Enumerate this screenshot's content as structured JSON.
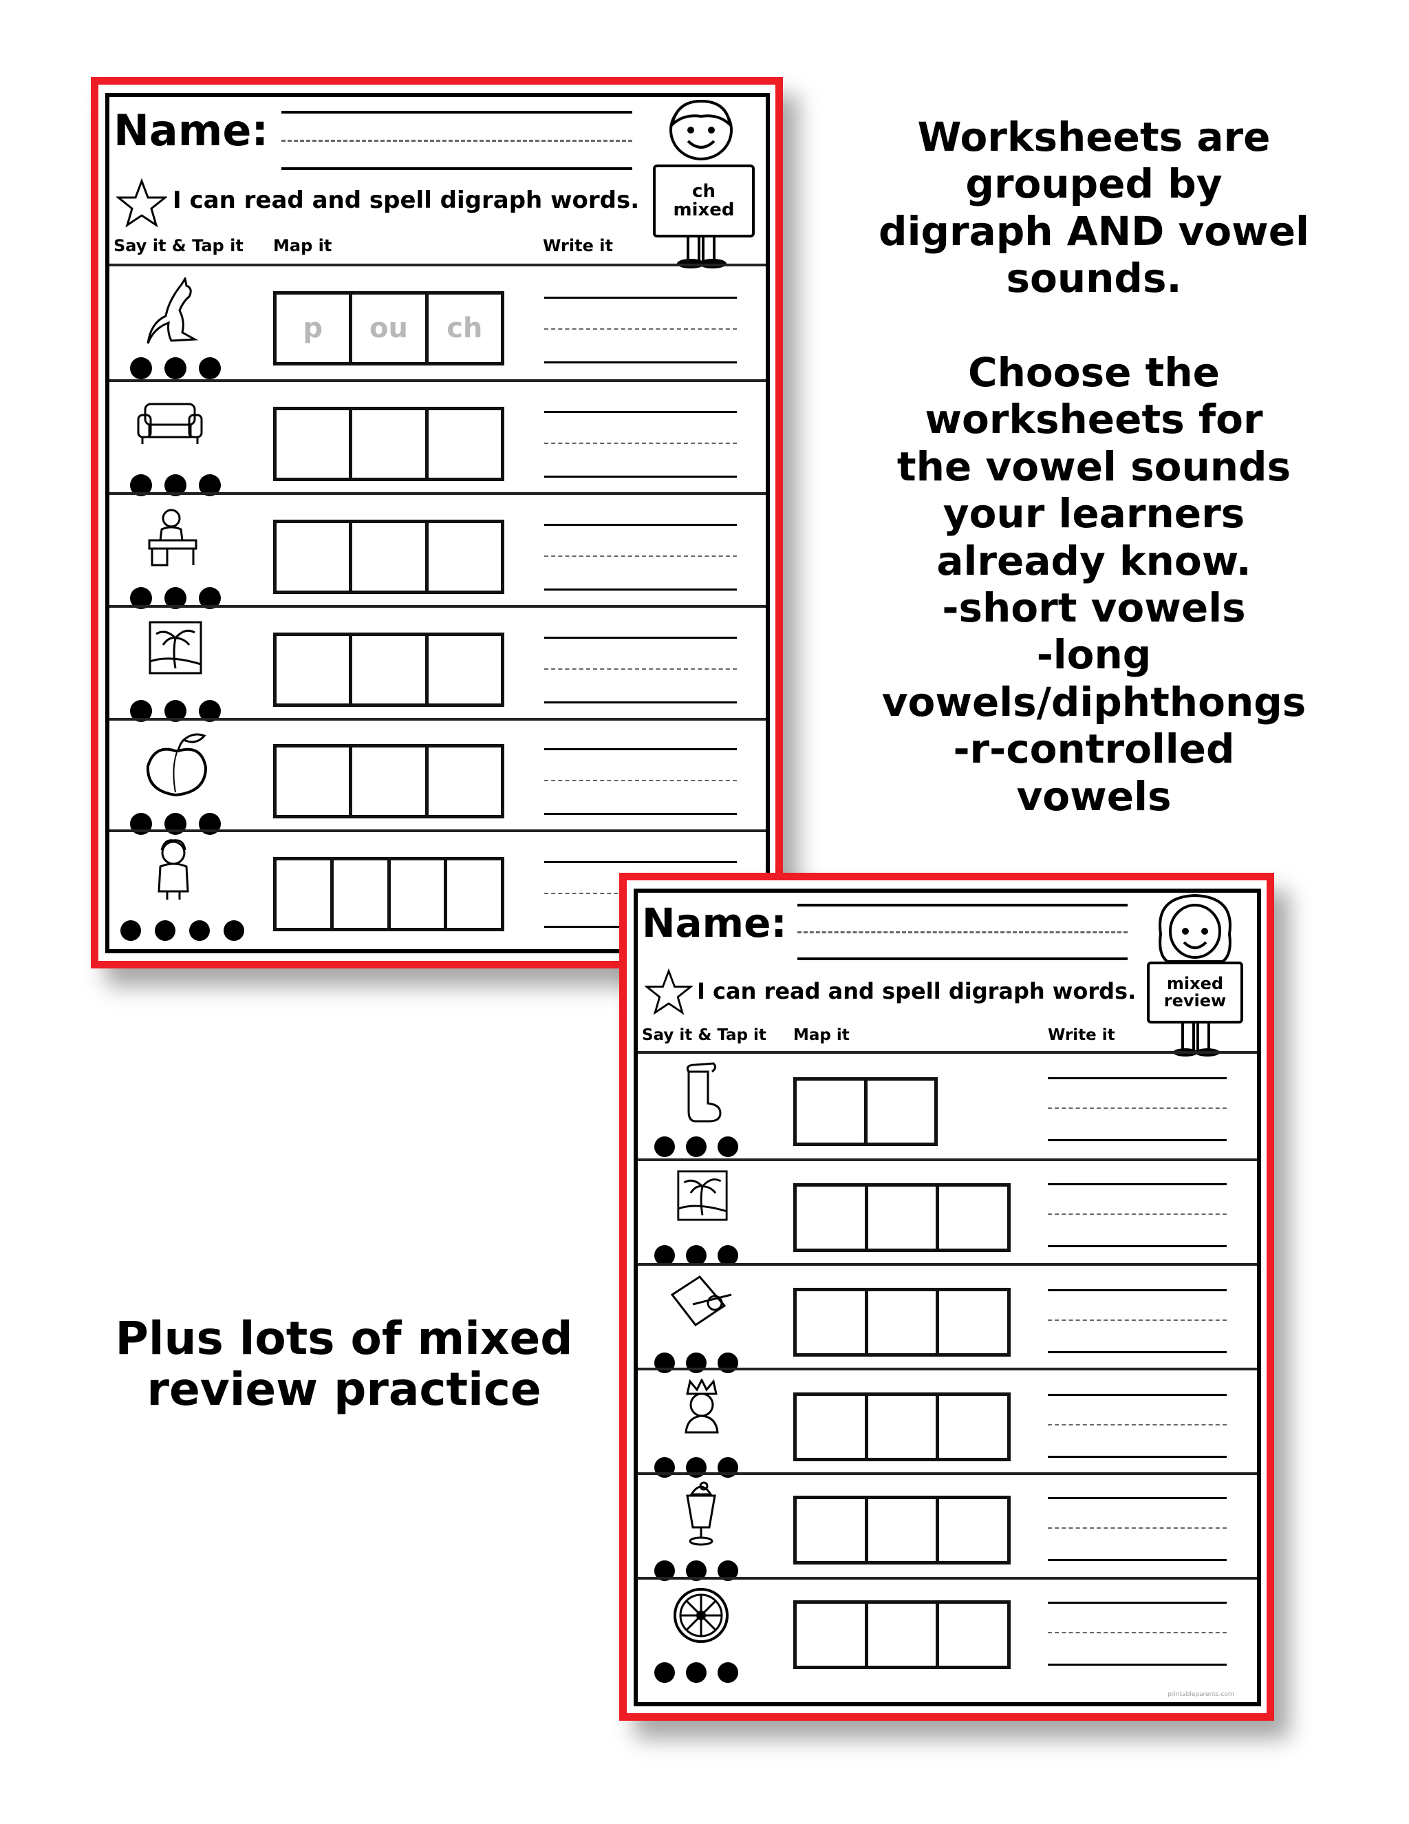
{
  "sheet1": {
    "name_label": "Name:",
    "statement": "I can read and spell digraph words.",
    "col_say": "Say it & Tap it",
    "col_map": "Map it",
    "col_write": "Write it",
    "badge_line1": "ch",
    "badge_line2": "mixed",
    "rows": [
      {
        "picture": "kangaroo-icon",
        "dots": 3,
        "boxes": 3,
        "letters": [
          "p",
          "ou",
          "ch"
        ]
      },
      {
        "picture": "couch-icon",
        "dots": 3,
        "boxes": 3,
        "letters": []
      },
      {
        "picture": "teacher-at-desk-icon",
        "dots": 3,
        "boxes": 3,
        "letters": []
      },
      {
        "picture": "beach-palm-icon",
        "dots": 3,
        "boxes": 3,
        "letters": []
      },
      {
        "picture": "peach-icon",
        "dots": 3,
        "boxes": 3,
        "letters": []
      },
      {
        "picture": "child-icon",
        "dots": 4,
        "boxes": 4,
        "letters": []
      }
    ]
  },
  "sheet2": {
    "name_label": "Name:",
    "statement": "I can read and spell digraph words.",
    "col_say": "Say it & Tap it",
    "col_map": "Map it",
    "col_write": "Write it",
    "badge_line1": "mixed",
    "badge_line2": "review",
    "footer": "printableparents.com",
    "rows": [
      {
        "picture": "sock-icon",
        "dots": 3,
        "boxes": 2
      },
      {
        "picture": "beach-palm-icon",
        "dots": 3,
        "boxes": 3
      },
      {
        "picture": "paper-pen-icon",
        "dots": 3,
        "boxes": 3
      },
      {
        "picture": "king-icon",
        "dots": 3,
        "boxes": 3
      },
      {
        "picture": "milkshake-icon",
        "dots": 3,
        "boxes": 3
      },
      {
        "picture": "wheel-icon",
        "dots": 3,
        "boxes": 3
      }
    ]
  },
  "right_text": {
    "para1": [
      "Worksheets are",
      "grouped by",
      "digraph AND vowel",
      "sounds."
    ],
    "para2": [
      "Choose the",
      "worksheets for",
      "the vowel sounds",
      "your learners",
      "already know.",
      "-short vowels",
      "-long",
      "vowels/diphthongs",
      "-r-controlled",
      "vowels"
    ]
  },
  "left_text": {
    "lines": [
      "Plus lots of mixed",
      "review practice"
    ]
  }
}
